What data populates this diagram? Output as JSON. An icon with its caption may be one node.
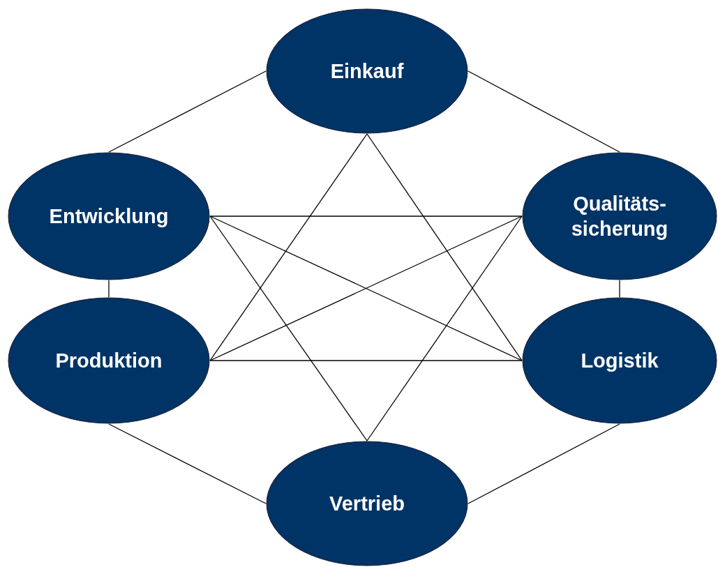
{
  "diagram": {
    "nodes": [
      {
        "text": [
          "Einkauf"
        ]
      },
      {
        "text": [
          "Entwicklung"
        ]
      },
      {
        "text": [
          "Qualitäts- sicherung"
        ]
      },
      {
        "text": [
          "Produktion"
        ]
      },
      {
        "text": [
          "Logistik"
        ]
      },
      {
        "text": [
          "Vertrieb"
        ]
      }
    ],
    "edges": [
      {
        "from": 0,
        "to": 1,
        "arrow": "none"
      },
      {
        "from": 0,
        "to": 2,
        "arrow": "none"
      },
      {
        "from": 1,
        "to": 3,
        "arrow": "none"
      },
      {
        "from": 2,
        "to": 4,
        "arrow": "none"
      },
      {
        "from": 3,
        "to": 5,
        "arrow": "none"
      },
      {
        "from": 4,
        "to": 5,
        "arrow": "none"
      },
      {
        "from": 0,
        "to": 3,
        "arrow": "none"
      },
      {
        "from": 0,
        "to": 4,
        "arrow": "none"
      },
      {
        "from": 1,
        "to": 2,
        "arrow": "none"
      },
      {
        "from": 1,
        "to": 4,
        "arrow": "none"
      },
      {
        "from": 3,
        "to": 2,
        "arrow": "none"
      },
      {
        "from": 3,
        "to": 4,
        "arrow": "none"
      },
      {
        "from": 5,
        "to": 1,
        "arrow": "none"
      },
      {
        "from": 5,
        "to": 2,
        "arrow": "none"
      }
    ]
  }
}
